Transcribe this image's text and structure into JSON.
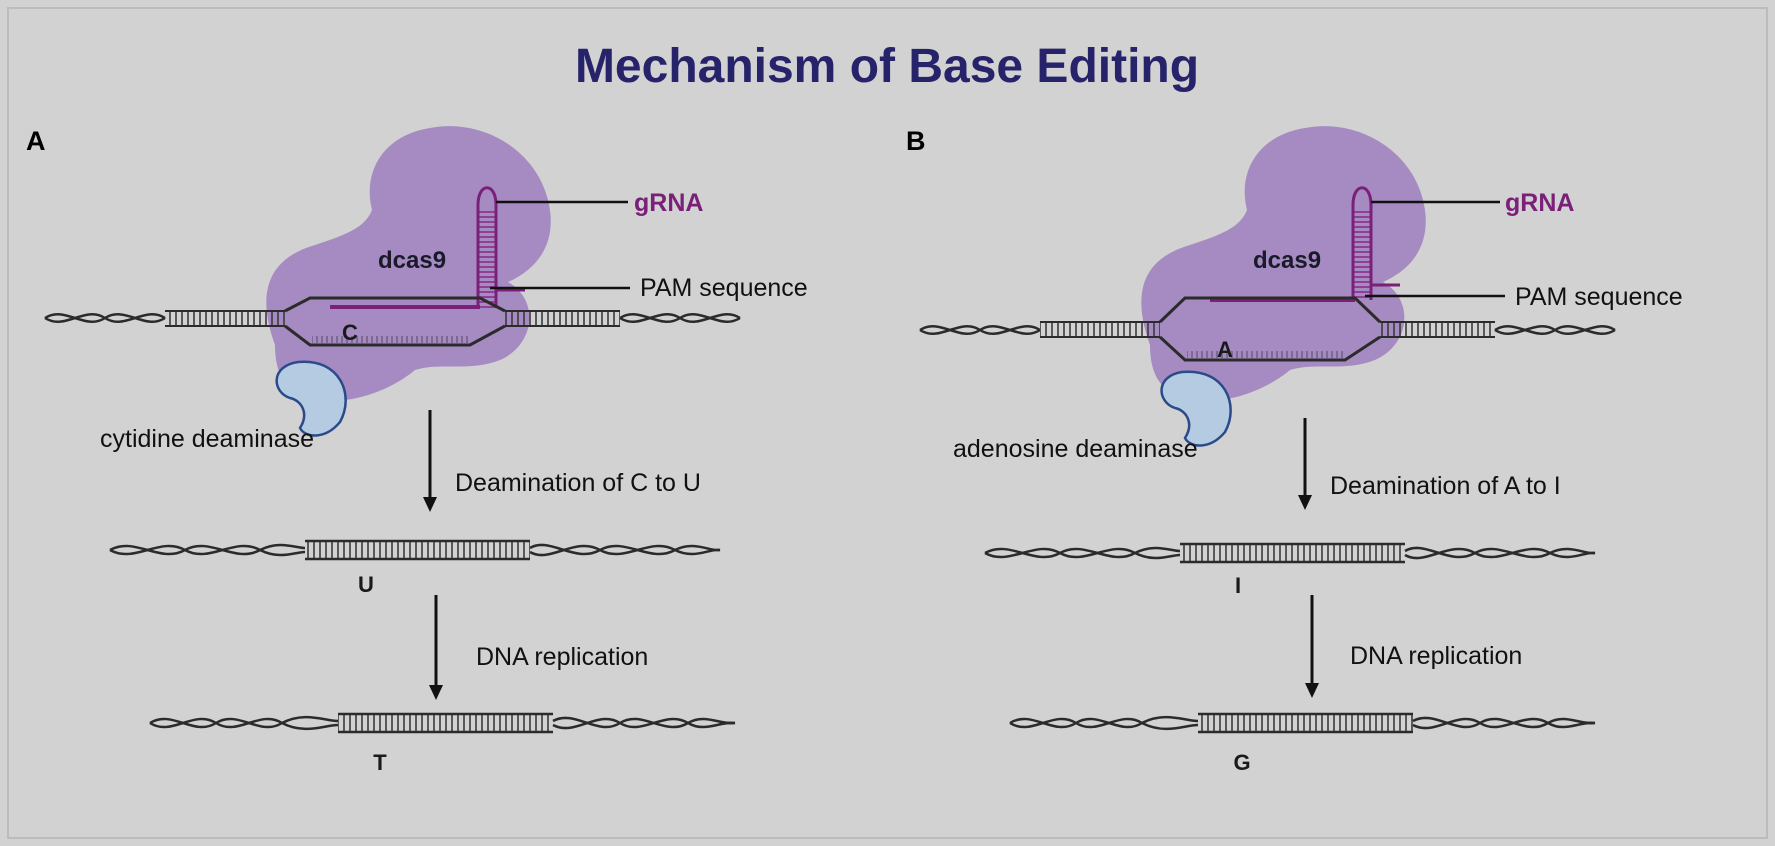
{
  "title": "Mechanism of  Base Editing",
  "colors": {
    "background": "#d2d2d2",
    "frame": "#bcbcbc",
    "title": "#26236b",
    "protein": "#9d7fc0",
    "deaminase": "#b5cbe2",
    "grna": "#7a2079",
    "dna": "#2b2b2b"
  },
  "panels": [
    {
      "letter": "A",
      "protein_label": "dcas9",
      "grna_label": "gRNA",
      "pam_label": "PAM sequence",
      "target_base": "C",
      "enzyme_label": "cytidine deaminase",
      "step1_label": "Deamination of C to U",
      "intermediate_base": "U",
      "step2_label": "DNA replication",
      "final_base": "T"
    },
    {
      "letter": "B",
      "protein_label": "dcas9",
      "grna_label": "gRNA",
      "pam_label": "PAM sequence",
      "target_base": "A",
      "enzyme_label": "adenosine deaminase",
      "step1_label": "Deamination of A to I",
      "intermediate_base": "I",
      "step2_label": "DNA replication",
      "final_base": "G"
    }
  ]
}
